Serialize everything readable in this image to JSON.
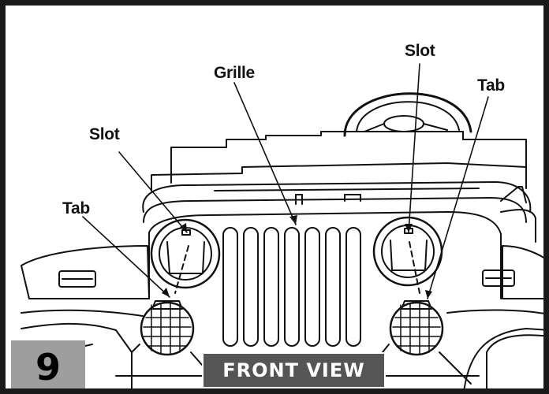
{
  "step": {
    "number": "9"
  },
  "view": {
    "title": "FRONT VIEW"
  },
  "callouts": {
    "grille": "Grille",
    "slot_left": "Slot",
    "slot_right": "Slot",
    "tab_left": "Tab",
    "tab_right": "Tab"
  },
  "colors": {
    "border": "#1a1a1a",
    "step_box": "#9e9e9e",
    "view_box": "#555555",
    "line": "#111111"
  }
}
